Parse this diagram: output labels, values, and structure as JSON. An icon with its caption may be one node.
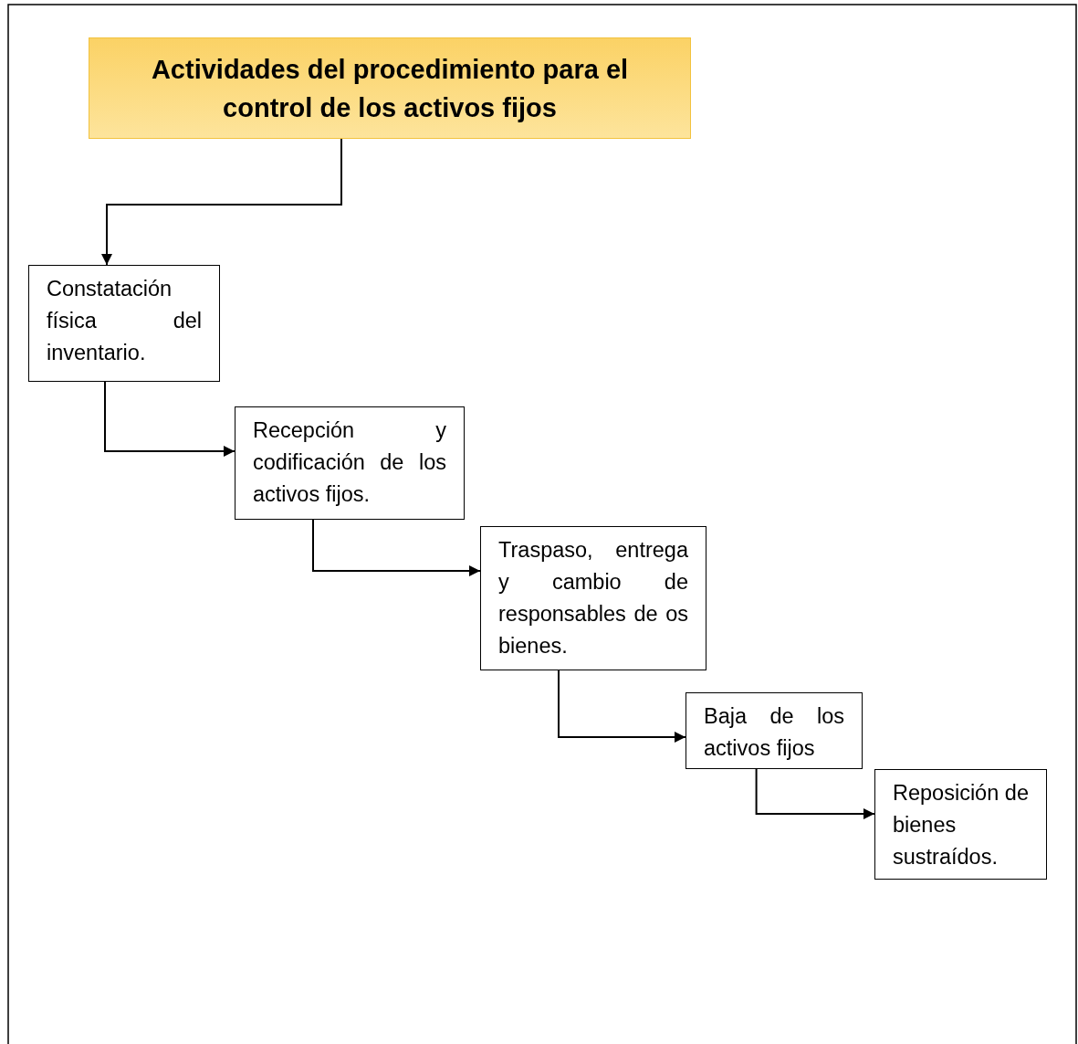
{
  "diagram": {
    "nodes": [
      {
        "text": [
          "Actividades del procedimiento para el control de los activos fijos"
        ]
      },
      {
        "text": [
          "Constatación física del inventario."
        ]
      },
      {
        "text": [
          "Recepción y codificación de los activos fijos."
        ]
      },
      {
        "text": [
          "Traspaso, entrega y cambio de responsables de os bienes."
        ]
      },
      {
        "text": [
          "Baja de los activos fijos"
        ]
      },
      {
        "text": [
          "Reposición de bienes sustraídos."
        ]
      }
    ],
    "edges": [
      {
        "from": 0,
        "to": 1,
        "arrow": "to"
      },
      {
        "from": 1,
        "to": 2,
        "arrow": "to"
      },
      {
        "from": 2,
        "to": 3,
        "arrow": "to"
      },
      {
        "from": 3,
        "to": 4,
        "arrow": "to"
      },
      {
        "from": 4,
        "to": 5,
        "arrow": "to"
      }
    ]
  }
}
